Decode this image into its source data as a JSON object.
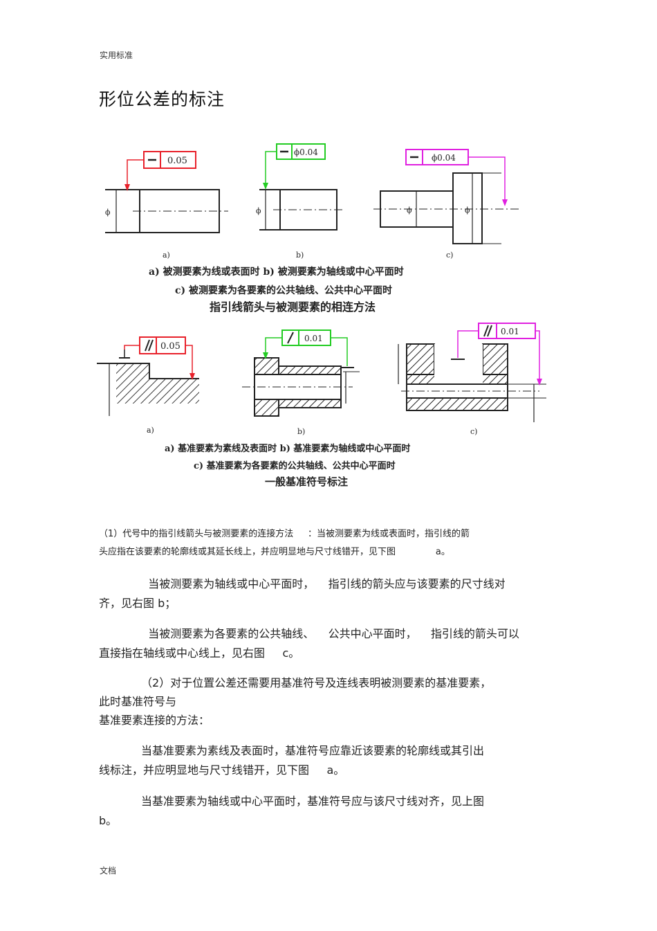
{
  "header": {
    "text": "实用标准"
  },
  "footer": {
    "text": "文档"
  },
  "title": "形位公差的标注",
  "figure1": {
    "tol_a": "0.05",
    "tol_b": "ϕ0.04",
    "tol_c": "ϕ0.04",
    "diam_sym": "ϕ",
    "sub_a": "a)",
    "sub_b": "b)",
    "sub_c": "c)",
    "caption_line1": "a) 被测要素为线或表面时  b) 被测要素为轴线或中心平面时",
    "caption_line2": "c) 被测要素为各要素的公共轴线、公共中心平面时",
    "caption_title": "指引线箭头与被测要素的相连方法",
    "colors": {
      "a": "#e8202a",
      "b": "#22cc22",
      "c": "#e020e0"
    }
  },
  "figure2": {
    "tol_a": "0.05",
    "tol_b": "0.01",
    "tol_c": "0.01",
    "sub_a": "a)",
    "sub_b": "b)",
    "sub_c": "c)",
    "caption_line1": "a) 基准要素为素线及表面时  b) 基准要素为轴线或中心平面时",
    "caption_line2": "c) 基准要素为各要素的公共轴线、公共中心平面时",
    "caption_title": "一般基准符号标注"
  },
  "paragraphs": {
    "p1_a": "（1）代号中的指引线箭头与被测要素的连接方法",
    "p1_b": "：当被测要素为线或表面时，指引线的箭",
    "p1_c": "头应指在该要素的轮廓线或其延长线上，并应明显地与尺寸线错开，见下图",
    "p1_d": "a。",
    "p2_a": "当被测要素为轴线或中心平面时，",
    "p2_b": "指引线的箭头应与该要素的尺寸线对",
    "p2_c": "齐，见右图  b；",
    "p3_a": "当被测要素为各要素的公共轴线、",
    "p3_b": "公共中心平面时，",
    "p3_c": "指引线的箭头可以",
    "p3_d": "直接指在轴线或中心线上，见右图",
    "p3_e": "c。",
    "p4_a": "（2）对于位置公差还需要用基准符号及连线表明被测要素的基准要素，",
    "p4_b": "此时基准符号与",
    "p4_c": "基准要素连接的方法：",
    "p5_a": "当基准要素为素线及表面时，基准符号应靠近该要素的轮廓线或其引出",
    "p5_b": "线标注，并应明显地与尺寸线错开，见下图",
    "p5_c": "a。",
    "p6_a": "当基准要素为轴线或中心平面时，基准符号应与该尺寸线对齐，见上图",
    "p6_b": "b。"
  }
}
